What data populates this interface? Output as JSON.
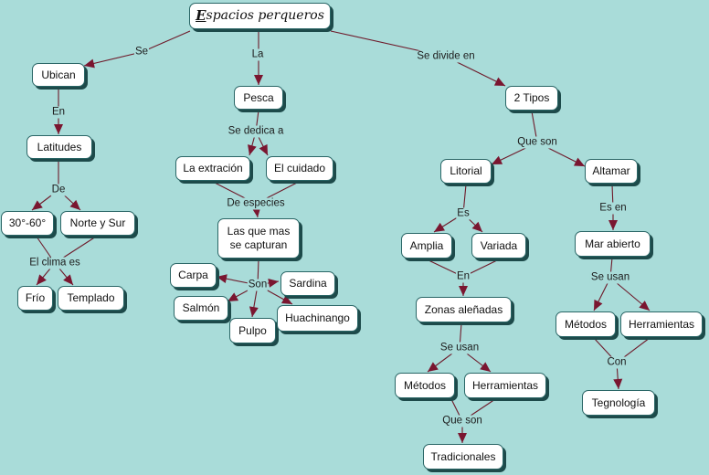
{
  "title_rest": "spacios perqueros",
  "title_cap": "E",
  "nodes": {
    "ubican": "Ubican",
    "latitudes": "Latitudes",
    "deg": "30°-60°",
    "nortesur": "Norte y Sur",
    "frio": "Frío",
    "templado": "Templado",
    "pesca": "Pesca",
    "extracion": "La extración",
    "cuidado": "El cuidado",
    "lasque_1": "Las que mas",
    "lasque_2": "se capturan",
    "carpa": "Carpa",
    "salmon": "Salmón",
    "pulpo": "Pulpo",
    "sardina": "Sardina",
    "huachinango": "Huachinango",
    "tipos": "2 Tipos",
    "litorial": "Litorial",
    "amplia": "Amplia",
    "variada": "Variada",
    "zonas": "Zonas aleñadas",
    "metodos1": "Métodos",
    "herr1": "Herramientas",
    "tradicionales": "Tradicionales",
    "altamar": "Altamar",
    "marabierto": "Mar abierto",
    "metodos2": "Métodos",
    "herr2": "Herramientas",
    "tecnologia": "Tegnología"
  },
  "labels": {
    "se": "Se",
    "la": "La",
    "divide": "Se divide en",
    "en1": "En",
    "de": "De",
    "clima": "El clima es",
    "dedica": "Se dedica a",
    "especies": "De especies",
    "son": "Son",
    "queson1": "Que son",
    "es1": "Es",
    "en2": "En",
    "seusan1": "Se usan",
    "queson2": "Que son",
    "esen": "Es en",
    "seusan2": "Se usan",
    "con": "Con"
  }
}
